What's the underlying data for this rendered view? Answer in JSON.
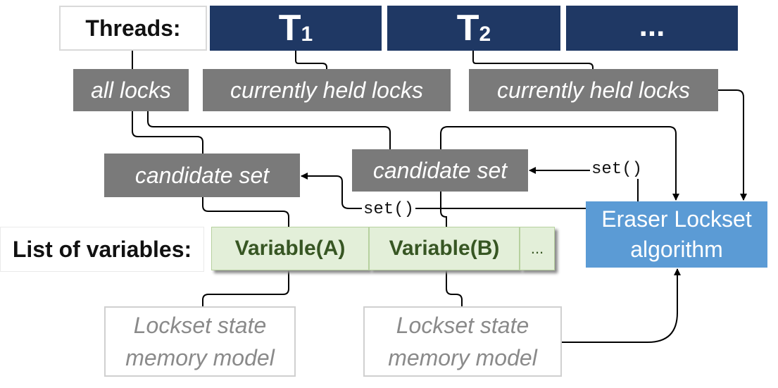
{
  "threads": {
    "label": "Threads:",
    "items": [
      {
        "main": "T",
        "sub": "1"
      },
      {
        "main": "T",
        "sub": "2"
      },
      {
        "main": "...",
        "sub": ""
      }
    ]
  },
  "locks": {
    "all": "all locks",
    "held_t1": "currently held locks",
    "held_t2": "currently held locks"
  },
  "candidate_sets": {
    "left": "candidate set",
    "right": "candidate set"
  },
  "set_calls": {
    "upper": "set()",
    "lower": "set()"
  },
  "variables": {
    "label": "List of variables:",
    "items": [
      "Variable(A)",
      "Variable(B)",
      "..."
    ]
  },
  "eraser": {
    "line1": "Eraser Lockset",
    "line2": "algorithm"
  },
  "memory_models": [
    {
      "line1": "Lockset state",
      "line2": "memory model"
    },
    {
      "line1": "Lockset state",
      "line2": "memory model"
    }
  ],
  "colors": {
    "thread_bg": "#1f3864",
    "gray_box": "#7a7a7a",
    "variable_bg": "#e3efd9",
    "eraser_bg": "#5b9bd5"
  }
}
